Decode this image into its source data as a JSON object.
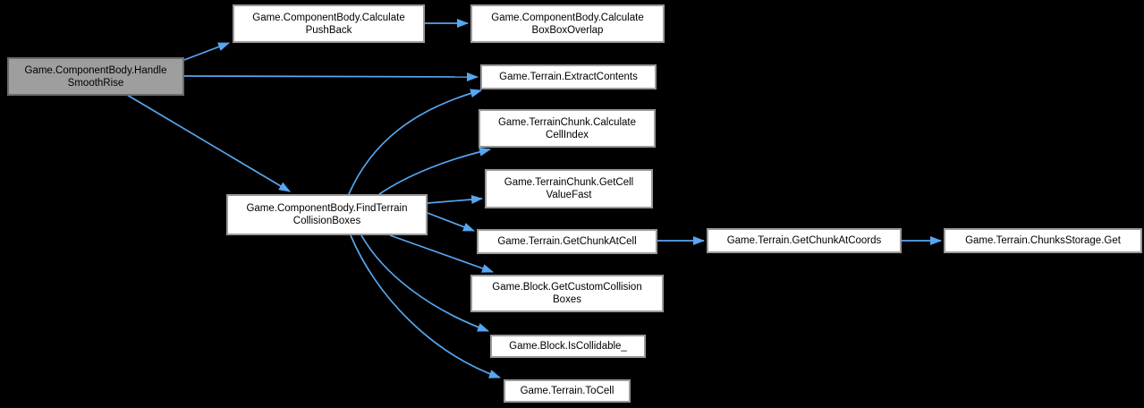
{
  "diagram": {
    "type": "call-graph",
    "background_color": "#000000",
    "edge_color": "#58a6f0",
    "node_fill": "#ffffff",
    "node_border": "#9a9a9a",
    "focus_node_fill": "#9e9e9e",
    "focus_node_border": "#6b6b6b",
    "text_color": "#000000"
  },
  "nodes": [
    {
      "id": "handle-smooth-rise",
      "label": "Game.ComponentBody.Handle\nSmoothRise",
      "focused": true
    },
    {
      "id": "calculate-push-back",
      "label": "Game.ComponentBody.Calculate\nPushBack",
      "focused": false
    },
    {
      "id": "calculate-box-box-overlap",
      "label": "Game.ComponentBody.Calculate\nBoxBoxOverlap",
      "focused": false
    },
    {
      "id": "extract-contents",
      "label": "Game.Terrain.ExtractContents",
      "focused": false
    },
    {
      "id": "calculate-cell-index",
      "label": "Game.TerrainChunk.Calculate\nCellIndex",
      "focused": false
    },
    {
      "id": "get-cell-value-fast",
      "label": "Game.TerrainChunk.GetCell\nValueFast",
      "focused": false
    },
    {
      "id": "find-terrain-collision-boxes",
      "label": "Game.ComponentBody.FindTerrain\nCollisionBoxes",
      "focused": false
    },
    {
      "id": "get-chunk-at-cell",
      "label": "Game.Terrain.GetChunkAtCell",
      "focused": false
    },
    {
      "id": "get-chunk-at-coords",
      "label": "Game.Terrain.GetChunkAtCoords",
      "focused": false
    },
    {
      "id": "chunks-storage-get",
      "label": "Game.Terrain.ChunksStorage.Get",
      "focused": false
    },
    {
      "id": "get-custom-collision-boxes",
      "label": "Game.Block.GetCustomCollision\nBoxes",
      "focused": false
    },
    {
      "id": "is-collidable",
      "label": "Game.Block.IsCollidable_",
      "focused": false
    },
    {
      "id": "to-cell",
      "label": "Game.Terrain.ToCell",
      "focused": false
    }
  ],
  "edges": [
    {
      "from": "handle-smooth-rise",
      "to": "calculate-push-back"
    },
    {
      "from": "handle-smooth-rise",
      "to": "extract-contents"
    },
    {
      "from": "handle-smooth-rise",
      "to": "find-terrain-collision-boxes"
    },
    {
      "from": "calculate-push-back",
      "to": "calculate-box-box-overlap"
    },
    {
      "from": "find-terrain-collision-boxes",
      "to": "extract-contents"
    },
    {
      "from": "find-terrain-collision-boxes",
      "to": "calculate-cell-index"
    },
    {
      "from": "find-terrain-collision-boxes",
      "to": "get-cell-value-fast"
    },
    {
      "from": "find-terrain-collision-boxes",
      "to": "get-chunk-at-cell"
    },
    {
      "from": "find-terrain-collision-boxes",
      "to": "get-custom-collision-boxes"
    },
    {
      "from": "find-terrain-collision-boxes",
      "to": "is-collidable"
    },
    {
      "from": "find-terrain-collision-boxes",
      "to": "to-cell"
    },
    {
      "from": "get-chunk-at-cell",
      "to": "get-chunk-at-coords"
    },
    {
      "from": "get-chunk-at-coords",
      "to": "chunks-storage-get"
    }
  ]
}
